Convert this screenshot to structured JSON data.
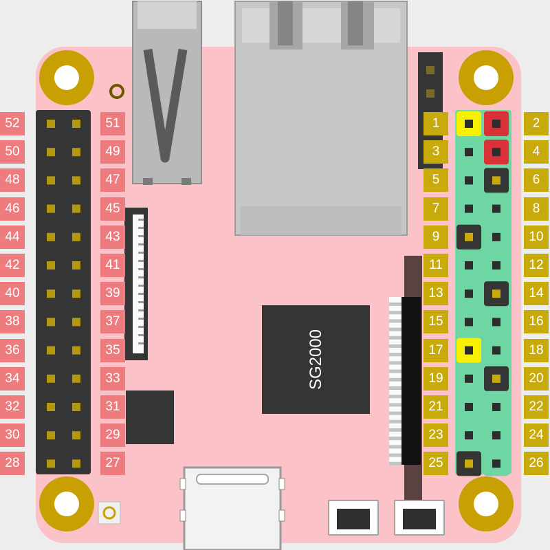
{
  "board": {
    "chip_label": "SG2000",
    "colors": {
      "background": "#ededed",
      "pcb": "#fbc2c7",
      "mount_gold": "#c8a004",
      "header_black": "#353535",
      "pin_label_red": "#ee7b7e",
      "pin_label_gold": "#c9aa0b",
      "pin_power_5v": "#d83137",
      "pin_power_3v3": "#f6f100",
      "pin_gpio": "#6dd6a2",
      "pin_ground": "#353535"
    }
  },
  "left_header": {
    "outer_labels": [
      "52",
      "50",
      "48",
      "46",
      "44",
      "42",
      "40",
      "38",
      "36",
      "34",
      "32",
      "30",
      "28"
    ],
    "inner_labels": [
      "51",
      "49",
      "47",
      "45",
      "43",
      "41",
      "39",
      "37",
      "35",
      "33",
      "31",
      "29",
      "27"
    ]
  },
  "right_header": {
    "odd_labels": [
      "1",
      "3",
      "5",
      "7",
      "9",
      "11",
      "13",
      "15",
      "17",
      "19",
      "21",
      "23",
      "25"
    ],
    "even_labels": [
      "2",
      "4",
      "6",
      "8",
      "10",
      "12",
      "14",
      "16",
      "18",
      "20",
      "22",
      "24",
      "26"
    ],
    "odd_pin_types": [
      "3v3",
      "gpio",
      "gpio",
      "gpio",
      "gnd",
      "gpio",
      "gpio",
      "gpio",
      "3v3",
      "gpio",
      "gpio",
      "gpio",
      "gnd"
    ],
    "even_pin_types": [
      "5v",
      "5v",
      "gnd",
      "gpio",
      "gpio",
      "gpio",
      "gnd",
      "gpio",
      "gpio",
      "gnd",
      "gpio",
      "gpio",
      "gpio"
    ]
  }
}
